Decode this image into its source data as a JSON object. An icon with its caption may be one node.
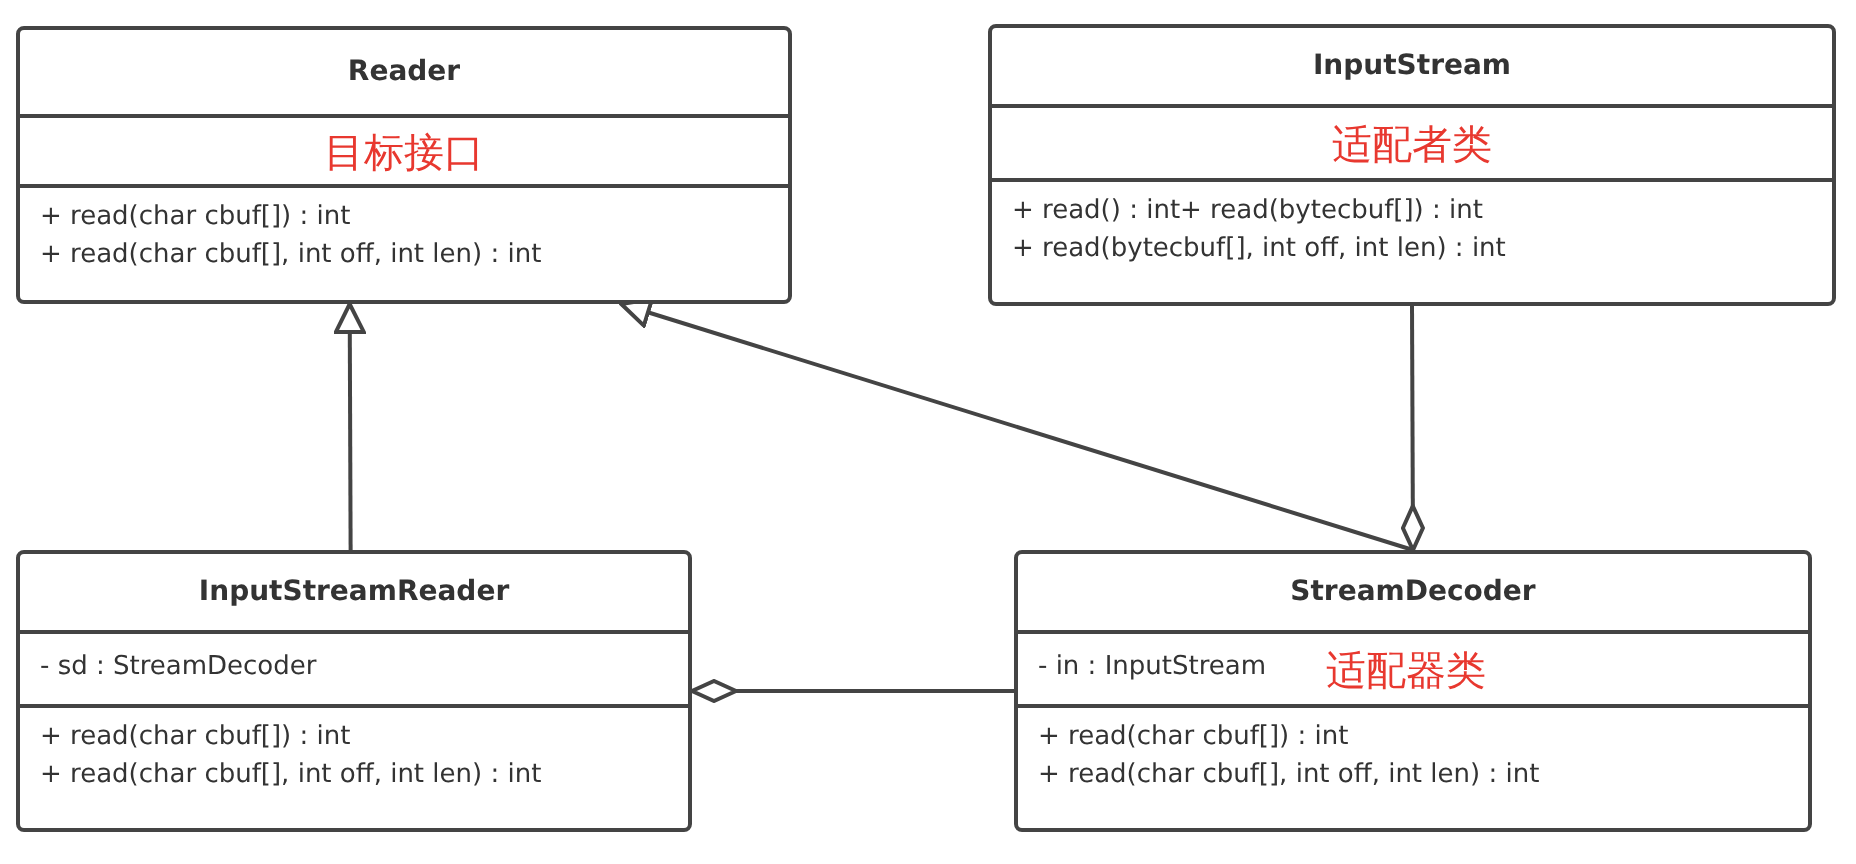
{
  "diagram": {
    "nodes": [
      {
        "text": [
          "Reader",
          "目标接口",
          "+ read(char cbuf[]) : int",
          "+ read(char cbuf[], int off, int len) : int"
        ]
      },
      {
        "text": [
          "InputStream",
          "适配者类",
          "+ read() : int+ read(bytecbuf[]) : int",
          "+ read(bytecbuf[], int off, int len) : int"
        ]
      },
      {
        "text": [
          "InputStreamReader",
          "- sd : StreamDecoder",
          "+ read(char cbuf[]) : int",
          "+ read(char cbuf[], int off, int len) : int"
        ]
      },
      {
        "text": [
          "StreamDecoder",
          "- in : InputStream",
          "适配器类",
          "+ read(char cbuf[]) : int",
          "+ read(char cbuf[], int off, int len) : int"
        ]
      }
    ],
    "edges": [
      {
        "from": 2,
        "to": 0,
        "arrow": "to"
      },
      {
        "from": 3,
        "to": 0,
        "arrow": "to"
      },
      {
        "from": 1,
        "to": 3,
        "arrow": "other"
      },
      {
        "from": 3,
        "to": 2,
        "arrow": "other"
      }
    ]
  }
}
